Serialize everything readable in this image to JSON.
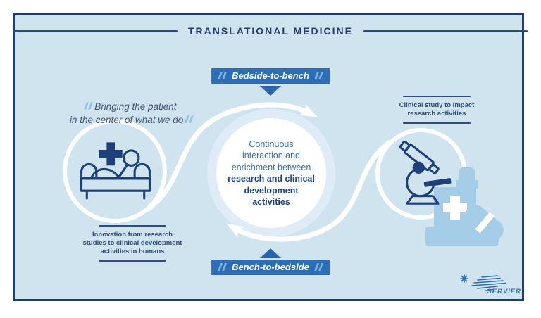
{
  "title": "TRANSLATIONAL MEDICINE",
  "flow": {
    "top_label": "Bedside-to-bench",
    "bottom_label": "Bench-to-bedside"
  },
  "center": {
    "normal_lines": [
      "Continuous",
      "interaction and",
      "enrichment between"
    ],
    "bold_lines": [
      "research and clinical",
      "development",
      "activities"
    ]
  },
  "left": {
    "quote_lines": [
      "Bringing the patient",
      "in the center of what we do"
    ],
    "caption_lines": [
      "Innovation from research",
      "studies to clinical development",
      "activities in humans"
    ],
    "icon": "patient-in-bed-icon"
  },
  "right": {
    "caption_lines": [
      "Clinical study to impact",
      "research activities"
    ],
    "icon": "microscope-icon"
  },
  "logo": {
    "brand": "SERVIER"
  },
  "colors": {
    "background": "#d0e4f0",
    "border": "#203e6e",
    "navy_text": "#203e6e",
    "accent_blue": "#2e6cb5",
    "triangle_blue": "#2b63ac",
    "light_blue_shapes": "#a6cde8",
    "circle_text_blue": "#3a6fae",
    "circle_text_bold": "#1d4480",
    "quote_mark_blue": "#93c4e8",
    "halo": "#dfecf7",
    "arrow_white": "#ffffff"
  }
}
